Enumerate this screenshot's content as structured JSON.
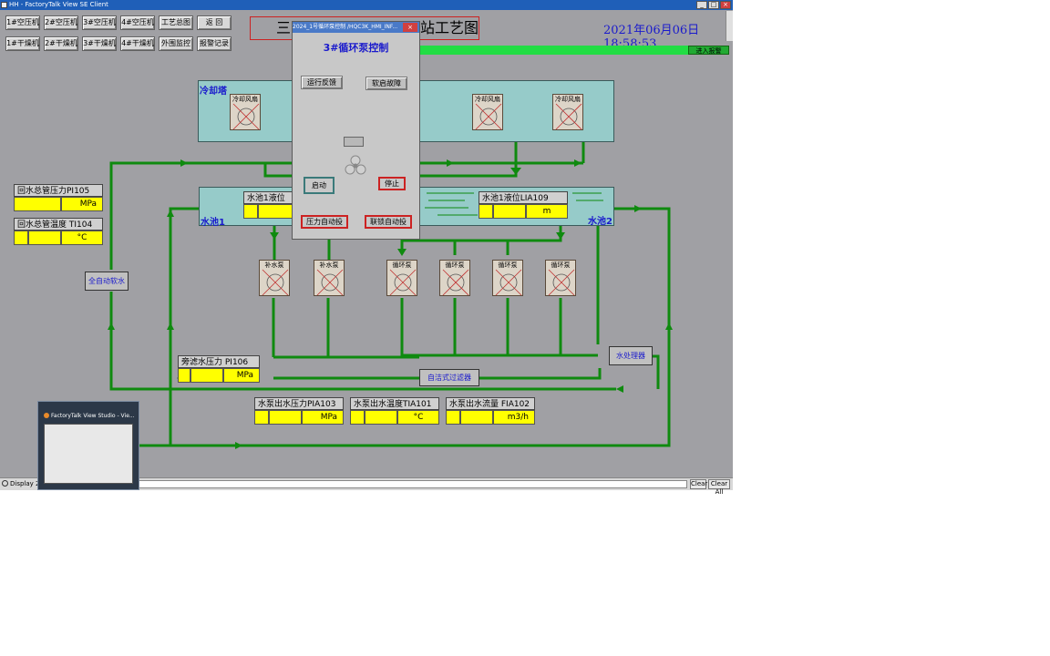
{
  "window": {
    "title": "HH - FactoryTalk View SE Client"
  },
  "nav_buttons_row1": [
    "1#空压机",
    "2#空压机",
    "3#空压机",
    "4#空压机",
    "工艺总图",
    "返 回"
  ],
  "nav_buttons_row2": [
    "1#干燥机",
    "2#干燥机",
    "3#干燥机",
    "4#干燥机",
    "外围监控",
    "报警记录"
  ],
  "header": {
    "title_left": "三号",
    "title_right": "站工艺图",
    "datetime": "2021年06月06日 18:58:53"
  },
  "alarm_button": "进入报警",
  "panels": {
    "cooling_tower": "冷却塔",
    "pool1": "水池1",
    "pool2": "水池2"
  },
  "fans": {
    "cooling_fan_label": "冷却风扇",
    "supply_pump_label": "补水泵",
    "circulation_pump_label": "循环泵"
  },
  "gauges": {
    "return_pressure": {
      "label": "回水总管压力PI105",
      "unit": "MPa"
    },
    "return_temp": {
      "label": "回水总管温度 TI104",
      "unit": "°C"
    },
    "pool1_level": {
      "label": "水池1液位",
      "unit": ""
    },
    "pool2_level": {
      "label": "水池1液位LIA109",
      "unit": "m"
    },
    "bypass_pressure": {
      "label": "旁滤水压力 PI106",
      "unit": "MPa"
    },
    "pump_pressure": {
      "label": "水泵出水压力PIA103",
      "unit": "MPa"
    },
    "pump_temp": {
      "label": "水泵出水温度TIA101",
      "unit": "°C"
    },
    "pump_flow": {
      "label": "水泵出水流量 FIA102",
      "unit": "m3/h"
    }
  },
  "equipment": {
    "softener": "全自动软水",
    "self_clean_filter": "自洁式过滤器",
    "water_treatment": "水处理器"
  },
  "popup": {
    "window_title": "2024_1号循环泵控制 /HQC3K_HMI_INF...",
    "title": "3#循环泵控制",
    "run_feedback": "运行反馈",
    "soft_start_fault": "软启故障",
    "start": "启动",
    "stop": "停止",
    "pressure_auto": "压力自动投",
    "interlock_auto": "联锁自动投"
  },
  "thumbnail": {
    "title": "FactoryTalk View Studio - Vie..."
  },
  "taskbar": {
    "display_label": "Display 203",
    "clear": "Clear",
    "clear_all": "Clear All"
  },
  "colors": {
    "pipe": "#0f8a0f",
    "pool": "#96cbc9",
    "gauge_value_bg": "#ffff00",
    "label_blue": "#1a1acc",
    "alarm_green": "#22dd44"
  },
  "icons": [
    "close-icon",
    "minimize-icon",
    "maximize-icon",
    "fan-icon",
    "arrow-icon",
    "display-icon"
  ]
}
